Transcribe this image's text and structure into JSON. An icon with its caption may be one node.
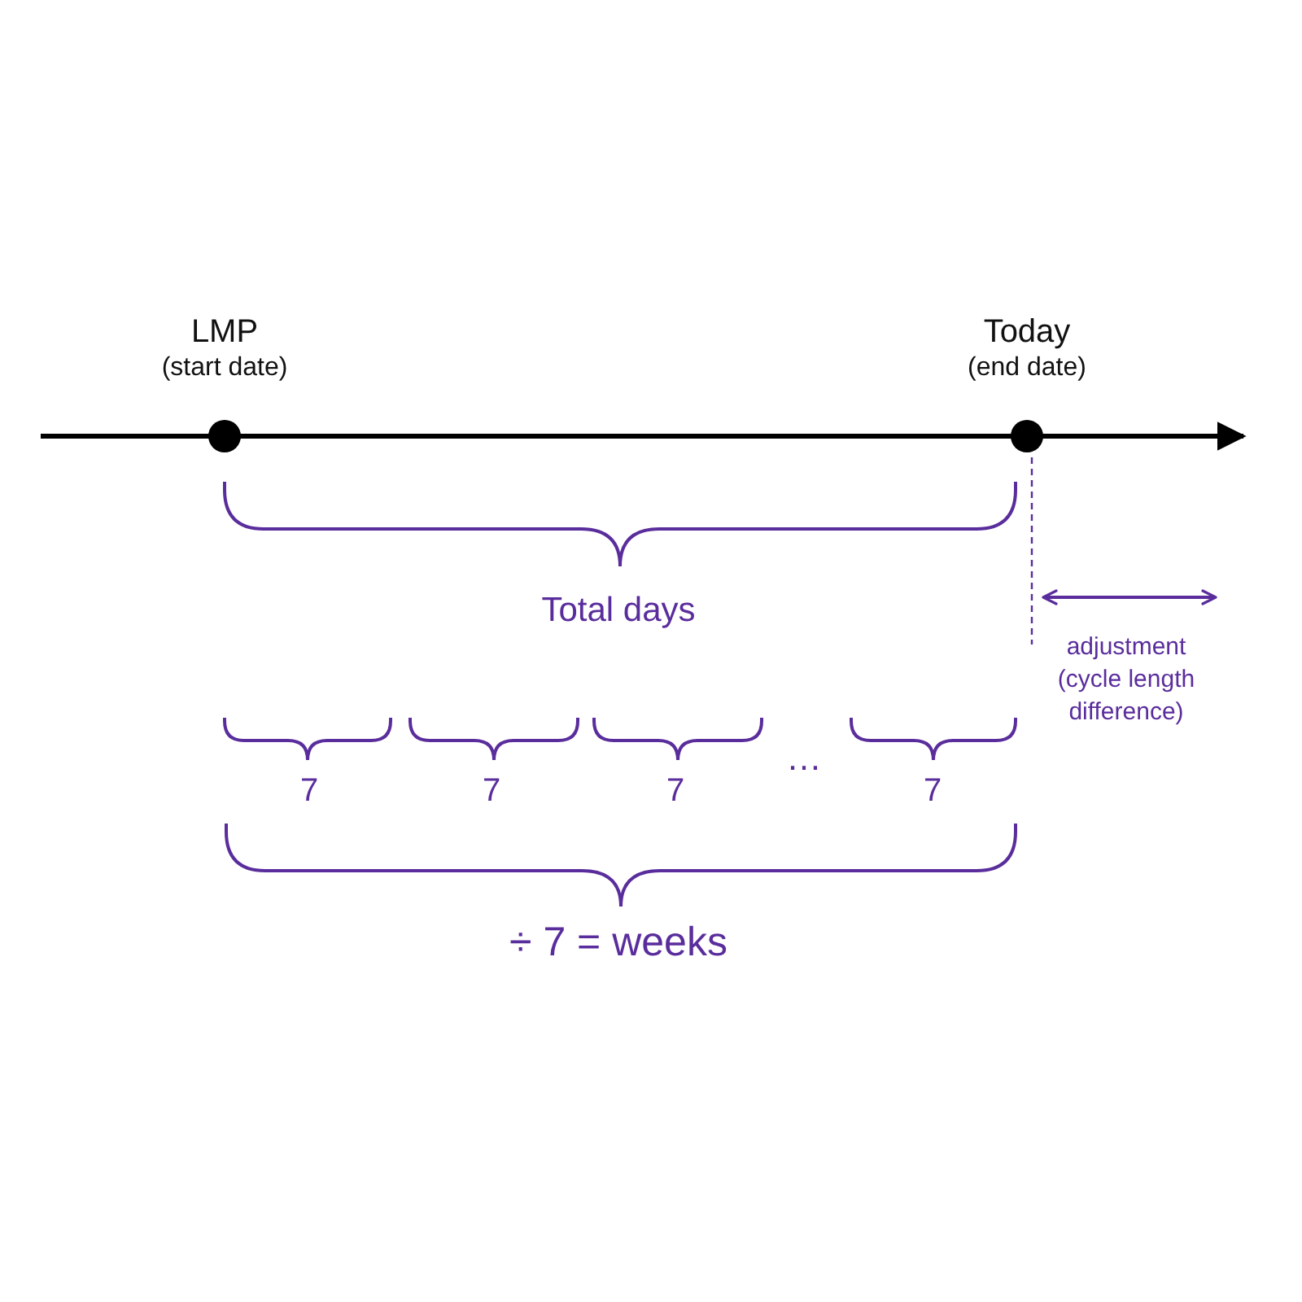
{
  "diagram": {
    "labels": [
      "LMP",
      "(start date)",
      "Today",
      "(end date)",
      "Total days",
      "adjustment (cycle length difference)",
      "7",
      "7",
      "7",
      "…",
      "7",
      "÷ 7 = weeks"
    ]
  }
}
